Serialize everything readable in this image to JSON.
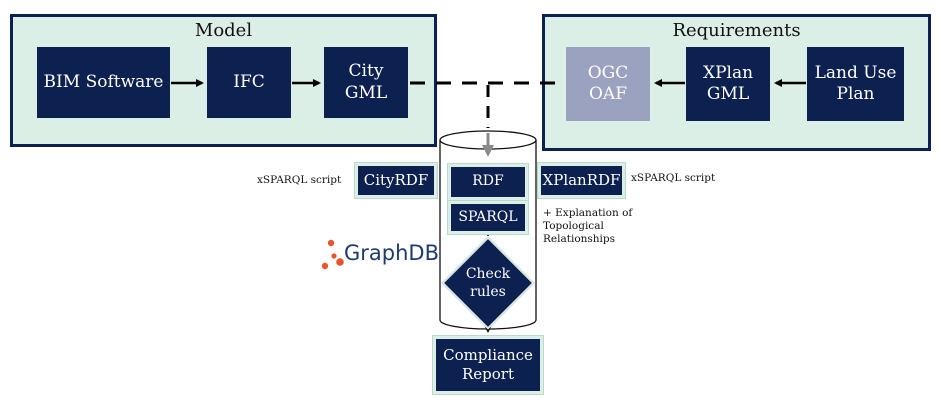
{
  "model": {
    "title": "Model",
    "bim": "BIM Software",
    "ifc": "IFC",
    "city_gml": "City\nGML"
  },
  "requirements": {
    "title": "Requirements",
    "ogc_oaf": "OGC\nOAF",
    "xplan_gml": "XPlan\nGML",
    "land_use": "Land Use\nPlan"
  },
  "database": {
    "rdf": "RDF",
    "sparql": "SPARQL",
    "check_rules": "Check\nrules"
  },
  "city_rdf": "CityRDF",
  "xplan_rdf": "XPlanRDF",
  "xsparql_left": "xSPARQL script",
  "xsparql_right": "xSPARQL script",
  "explanation": "+ Explanation of\nTopological\nRelationships",
  "logo": {
    "name": "GraphDB"
  },
  "report": "Compliance\nReport",
  "colors": {
    "navy": "#0d2151",
    "panel": "#dcefe6",
    "muted": "#9aa2c0",
    "logo_orange": "#e8542c"
  }
}
